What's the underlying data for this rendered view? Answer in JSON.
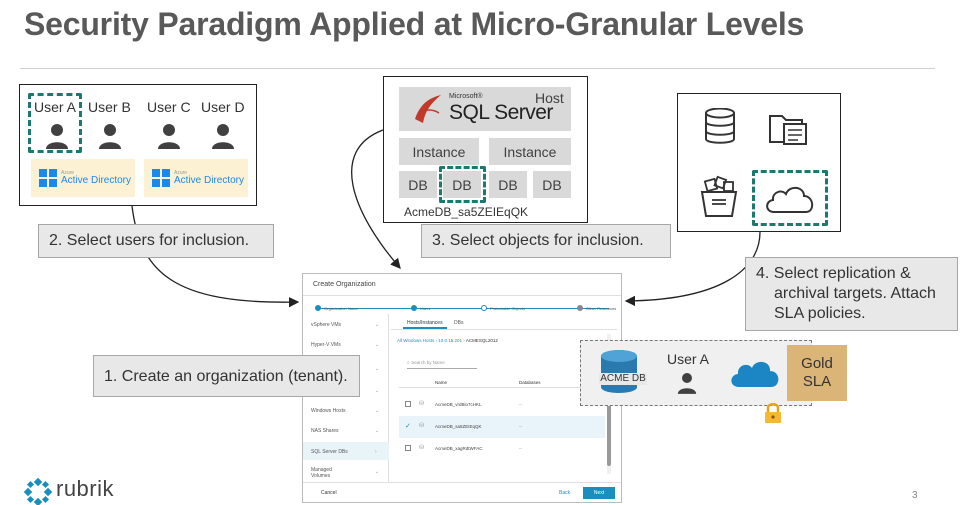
{
  "slide": {
    "title": "Security Paradigm Applied at Micro-Granular Levels",
    "page_number": "3",
    "logo": "rubrik"
  },
  "users_panel": {
    "users": [
      "User A",
      "User B",
      "User C",
      "User D"
    ],
    "directory_label": "Active Directory",
    "directory_sublabel": "Azure"
  },
  "sql_panel": {
    "host_label": "Host",
    "product_brand": "Microsoft®",
    "product_name": "SQL Server",
    "instances": [
      "Instance",
      "Instance"
    ],
    "dbs": [
      "DB",
      "DB",
      "DB",
      "DB"
    ],
    "db_name": "AcmeDB_sa5ZEIEqQK"
  },
  "callouts": {
    "step1": "1. Create an organization (tenant).",
    "step2": "2. Select users for inclusion.",
    "step3": "3. Select objects for inclusion.",
    "step4_line1": "4. Select replication &",
    "step4_line2": "archival targets. Attach",
    "step4_line3": "SLA policies."
  },
  "dialog": {
    "title": "Create Organization",
    "steps": [
      "Organization Name",
      "Users",
      "Protectable Objects",
      "Other Resources"
    ],
    "sidebar": [
      "vSphere VMs",
      "Hyper-V VMs",
      "",
      "",
      "Windows Hosts",
      "NAS Shares",
      "SQL Server DBs",
      "Managed Volumes"
    ],
    "tabs": [
      "Hosts/Instances",
      "DBs"
    ],
    "breadcrumb": [
      "All Windows Hosts",
      "10.0.15.201",
      "ACMESQL2012"
    ],
    "search_placeholder": "Search by Name",
    "columns": [
      "Name",
      "Databases"
    ],
    "rows": [
      {
        "name": "AcmeDB_vrdBlo7cHKL",
        "db": "--",
        "checked": false
      },
      {
        "name": "AcmeDB_sa5ZEIEqQK",
        "db": "--",
        "checked": true
      },
      {
        "name": "AcmeDB_xagRdtWFAC",
        "db": "--",
        "checked": false
      }
    ],
    "cancel_label": "Cancel",
    "back_label": "Back",
    "next_label": "Next"
  },
  "overlay": {
    "db_label": "ACME DB",
    "user_label": "User A",
    "sla_line1": "Gold",
    "sla_line2": "SLA"
  },
  "colors": {
    "teal_dashed": "#1a7a6e",
    "title_grey": "#595959",
    "callout_bg": "#e8e8e8",
    "gold": "#dbb578",
    "rubrik_blue": "#1a8fbf",
    "ad_bg": "#fdf1d4"
  }
}
